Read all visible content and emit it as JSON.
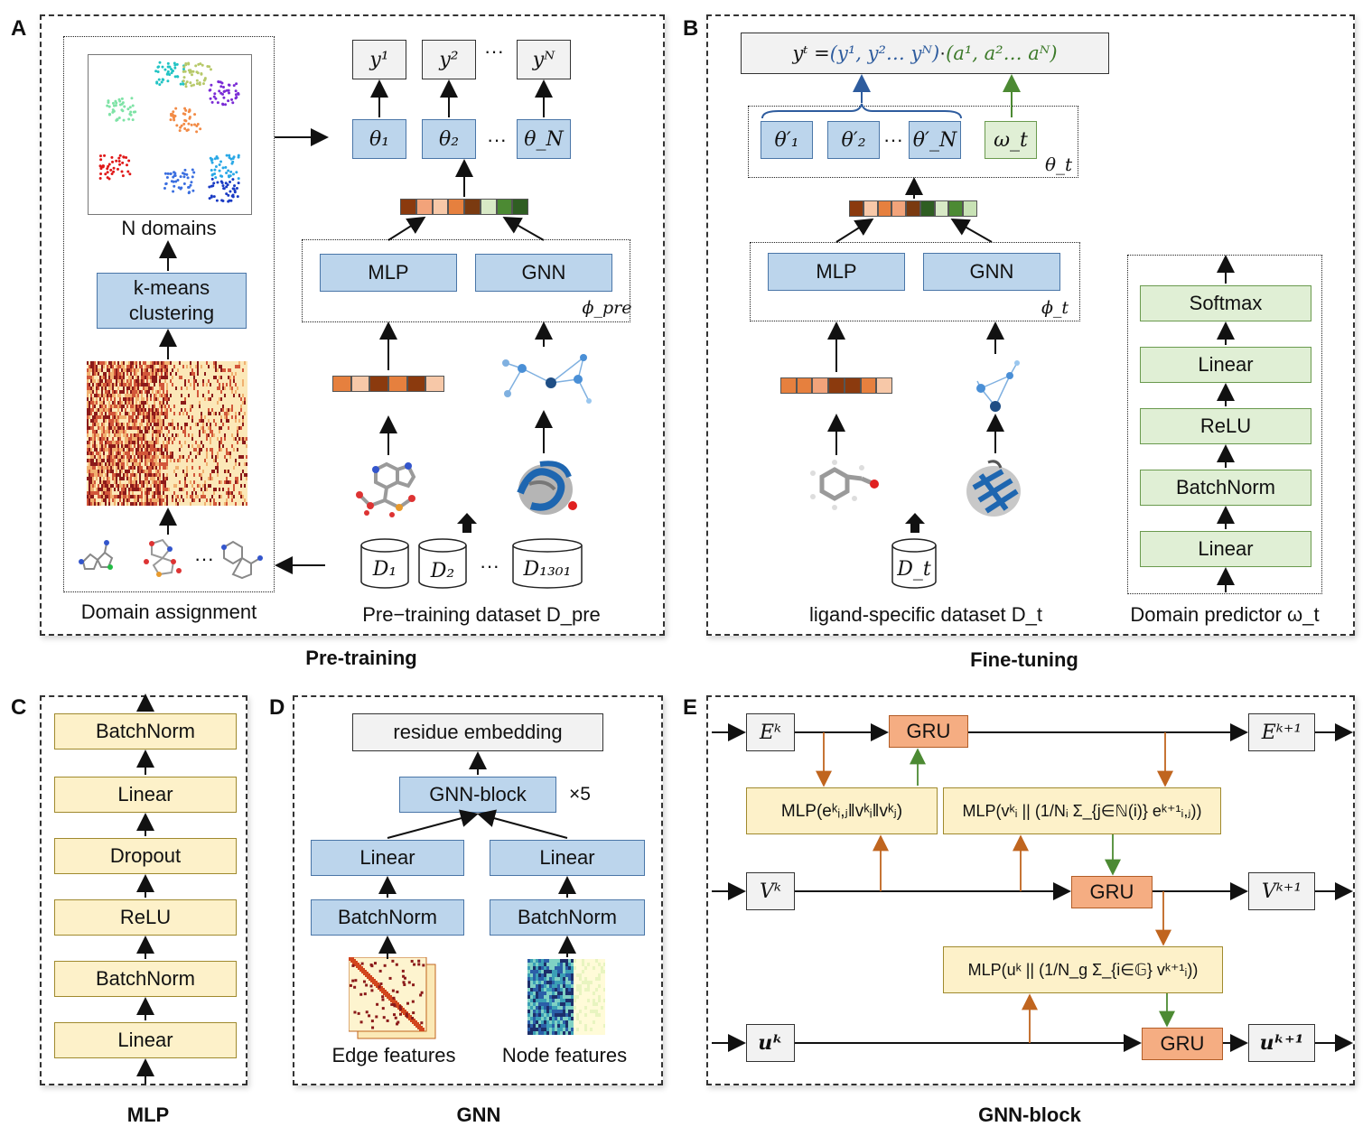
{
  "panels": {
    "A": {
      "letter": "A",
      "caption": "Pre-training"
    },
    "B": {
      "letter": "B",
      "caption": "Fine-tuning"
    },
    "C": {
      "letter": "C",
      "caption": "MLP"
    },
    "D": {
      "letter": "D",
      "caption": "GNN"
    },
    "E": {
      "letter": "E",
      "caption": "GNN-block"
    }
  },
  "panelA": {
    "outputs": [
      "y¹",
      "y²",
      "yᴺ"
    ],
    "heads": [
      "θ₁",
      "θ₂",
      "θ_N"
    ],
    "ellipsis": "···",
    "encoder": {
      "mlp": "MLP",
      "gnn": "GNN",
      "phi": "ϕ_pre"
    },
    "domains_label": "N domains",
    "kmeans_label": "k-means clustering",
    "datasets": [
      "D₁",
      "D₂",
      "D₁₃₀₁"
    ],
    "domain_assignment": "Domain assignment",
    "pretraining_dataset": "Pre−training dataset D_pre"
  },
  "panelB": {
    "formula_y": "yᵗ = ",
    "formula_blue": "(y¹, y²… yᴺ)",
    "formula_dot": " · ",
    "formula_green": "(a¹, a²… aᴺ)",
    "heads": [
      "θ′₁",
      "θ′₂",
      "θ′_N"
    ],
    "omega": "ω_t",
    "theta_t": "θ_t",
    "encoder": {
      "mlp": "MLP",
      "gnn": "GNN",
      "phi": "ϕ_t"
    },
    "dataset": "D_t",
    "ligand_dataset": "ligand-specific dataset D_t",
    "predictor_layers": [
      "Softmax",
      "Linear",
      "ReLU",
      "BatchNorm",
      "Linear"
    ],
    "domain_predictor": "Domain predictor ω_t"
  },
  "panelC": {
    "layers": [
      "BatchNorm",
      "Linear",
      "Dropout",
      "ReLU",
      "BatchNorm",
      "Linear"
    ]
  },
  "panelD": {
    "output": "residue embedding",
    "block": "GNN-block",
    "times": "×5",
    "left_linear": "Linear",
    "right_linear": "Linear",
    "left_bn": "BatchNorm",
    "right_bn": "BatchNorm",
    "edge_features": "Edge features",
    "node_features": "Node features"
  },
  "panelE": {
    "Ek": "Eᵏ",
    "Ek1": "Eᵏ⁺¹",
    "Vk": "Vᵏ",
    "Vk1": "Vᵏ⁺¹",
    "uk": "uᵏ",
    "uk1": "uᵏ⁺¹",
    "gru": "GRU",
    "mlp_edge": "MLP(eᵏᵢ,ⱼ‖vᵏᵢ‖vᵏⱼ)",
    "mlp_node": "MLP(vᵏᵢ || (1/Nᵢ Σ_{j∈ℕ(i)} eᵏ⁺¹ᵢ,ⱼ))",
    "mlp_global": "MLP(uᵏ || (1/N_g Σ_{i∈𝔾} vᵏ⁺¹ᵢ))"
  },
  "colors": {
    "blue_box": "#bcd5ec",
    "green_box": "#e0efd5",
    "yellow_box": "#fdf1c9",
    "orange_box": "#f5ad82",
    "formula_blue": "#2e5c9e",
    "formula_green": "#3d7a2a",
    "arrow_orange": "#c0651f",
    "arrow_green": "#4c8a33"
  },
  "feature_strip_a": [
    "#8b3a0e",
    "#f2a37a",
    "#f7c8a8",
    "#e6803e",
    "#7a3a10",
    "#d8e9c6",
    "#4c8a33",
    "#2f5e22"
  ],
  "feature_strip_b": [
    "#8b3a0e",
    "#f7c8a8",
    "#e6803e",
    "#f2a37a",
    "#7a3a10",
    "#2f5e22",
    "#d8e9c6",
    "#4c8a33",
    "#c8e2b5"
  ],
  "feature_mlp_a": [
    "#e6803e",
    "#f7c8a8",
    "#8b3a0e",
    "#e6803e",
    "#8b3a0e",
    "#f7c8a8"
  ],
  "feature_mlp_b": [
    "#e6803e",
    "#e6803e",
    "#f2a37a",
    "#8b3a0e",
    "#8b3a0e",
    "#e6803e",
    "#f7c8a8"
  ]
}
